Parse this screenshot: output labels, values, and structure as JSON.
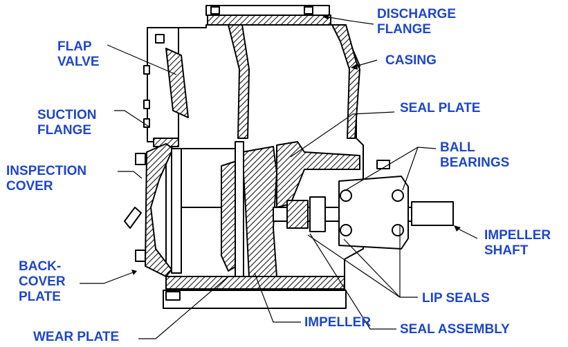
{
  "labels": {
    "discharge_flange": [
      "DISCHARGE",
      "FLANGE"
    ],
    "flap_valve": [
      "FLAP",
      "VALVE"
    ],
    "casing": [
      "CASING"
    ],
    "suction_flange": [
      "SUCTION",
      "FLANGE"
    ],
    "seal_plate": [
      "SEAL PLATE"
    ],
    "ball_bearings": [
      "BALL",
      "BEARINGS"
    ],
    "inspection_cover": [
      "INSPECTION",
      "COVER"
    ],
    "impeller_shaft": [
      "IMPELLER",
      "SHAFT"
    ],
    "back_cover_plate": [
      "BACK-",
      "COVER",
      "PLATE"
    ],
    "lip_seals": [
      "LIP SEALS"
    ],
    "impeller": [
      "IMPELLER"
    ],
    "seal_assembly": [
      "SEAL ASSEMBLY"
    ],
    "wear_plate": [
      "WEAR PLATE"
    ]
  },
  "colors": {
    "label": "#1e46c8",
    "line": "#000000",
    "hatch": "#000000"
  }
}
